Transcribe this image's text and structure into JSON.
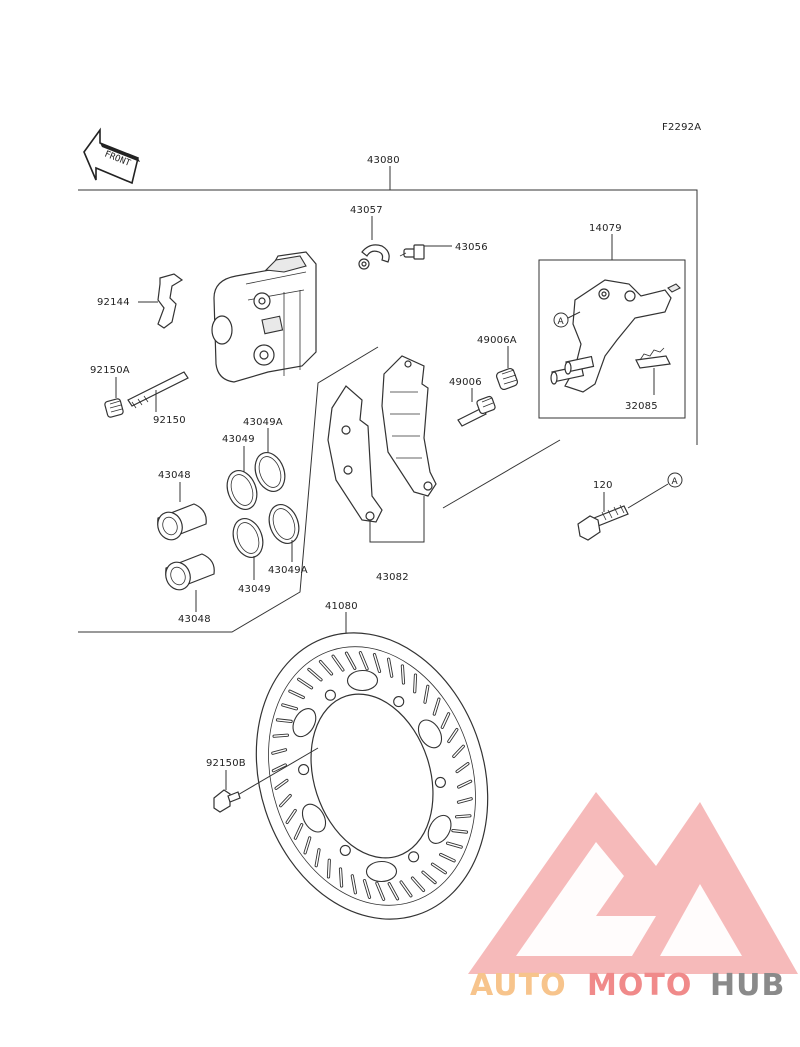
{
  "diagram": {
    "code": "F2292A",
    "front_label": "FRONT",
    "parts": {
      "caliper_assy": "43080",
      "bracket": "43057",
      "bleeder": "43056",
      "holder": "14079",
      "pad_spring": "92144",
      "boot_a": "49006A",
      "boot": "49006",
      "plug": "92150A",
      "pin": "92150",
      "seal_a_1": "43049A",
      "seal_1": "43049",
      "piston_1": "43048",
      "bolt": "120",
      "spring": "32085",
      "seal_2": "43049",
      "seal_a_2": "43049A",
      "piston_2": "43048",
      "pads": "43082",
      "disc": "41080",
      "disc_bolt": "92150B",
      "ref_a_1": "A",
      "ref_a_2": "A"
    }
  },
  "watermark": {
    "brand_part1": "AUTO",
    "brand_part2": "MOTO",
    "brand_part3": "HUB",
    "colors": {
      "orange": "#f7c48c",
      "red": "#f08a8a",
      "gray": "#8a8a8a"
    }
  }
}
